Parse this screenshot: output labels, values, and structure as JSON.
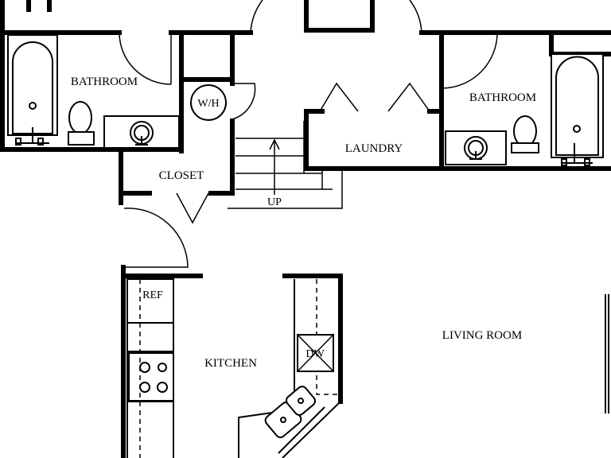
{
  "floor_plan": {
    "rooms": {
      "bathroom_left": "BATHROOM",
      "bathroom_right": "BATHROOM",
      "laundry": "LAUNDRY",
      "closet": "CLOSET",
      "kitchen": "KITCHEN",
      "living_room": "LIVING ROOM"
    },
    "fixtures": {
      "water_heater": "W/H",
      "refrigerator": "REF",
      "dishwasher": "DW",
      "stairs": "UP"
    }
  }
}
